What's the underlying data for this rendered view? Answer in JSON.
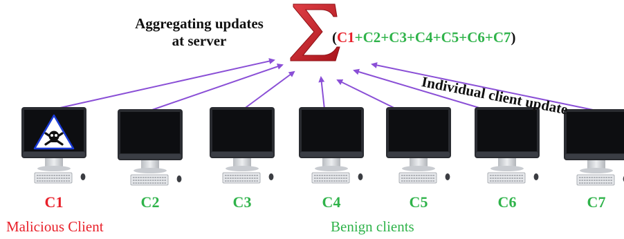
{
  "diagram": {
    "server_caption_line1": "Aggregating updates",
    "server_caption_line2": "at server",
    "sum_symbol": "Σ",
    "formula": {
      "open": "(",
      "plus": "+",
      "close": ")",
      "terms": [
        "C1",
        "C2",
        "C3",
        "C4",
        "C5",
        "C6",
        "C7"
      ]
    },
    "update_caption": "Individual client update",
    "clients": [
      {
        "id": "C1",
        "type": "malicious"
      },
      {
        "id": "C2",
        "type": "benign"
      },
      {
        "id": "C3",
        "type": "benign"
      },
      {
        "id": "C4",
        "type": "benign"
      },
      {
        "id": "C5",
        "type": "benign"
      },
      {
        "id": "C6",
        "type": "benign"
      },
      {
        "id": "C7",
        "type": "benign"
      }
    ],
    "malicious_caption": "Malicious Client",
    "benign_caption": "Benign clients",
    "colors": {
      "malicious": "#e8202a",
      "benign": "#2fb34a",
      "arrow": "#8a4fd6",
      "sigma": "#c4242a",
      "monitor_frame": "#2a2c31",
      "screen": "#0d0e11",
      "warning_sign": "#ffffff"
    },
    "icons": [
      "monitor-icon",
      "keyboard-icon",
      "mouse-icon",
      "warning-skull-icon",
      "sigma-icon",
      "arrow-icon"
    ]
  }
}
